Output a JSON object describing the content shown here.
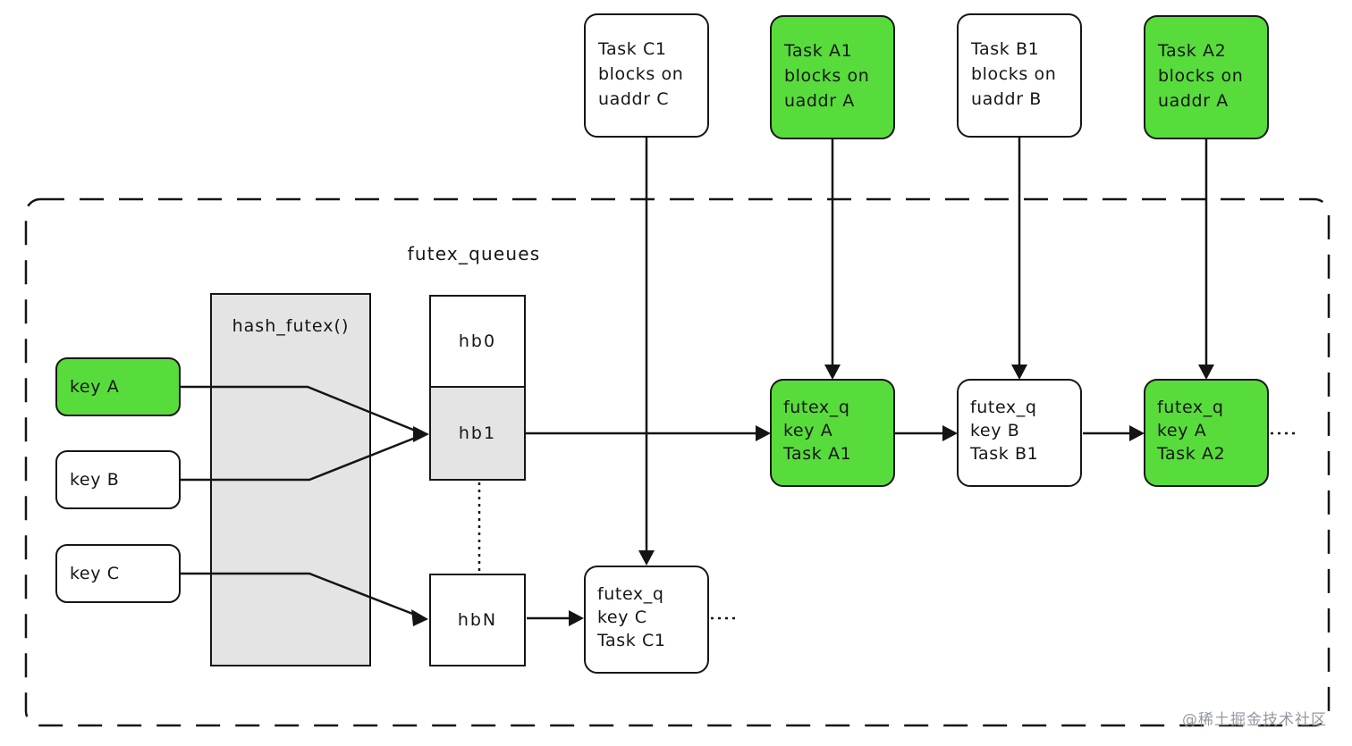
{
  "colors": {
    "highlight_green": "#58dc3c",
    "bucket_gray": "#e4e4e4",
    "line_black": "#141414",
    "watermark_gray": "#949aa2"
  },
  "labels": {
    "futex_queues": "futex_queues",
    "hash_futex": "hash_futex()"
  },
  "task_boxes": [
    {
      "line1": "Task C1",
      "line2": "blocks on",
      "line3": "uaddr C"
    },
    {
      "line1": "Task A1",
      "line2": "blocks on",
      "line3": "uaddr A"
    },
    {
      "line1": "Task B1",
      "line2": "blocks on",
      "line3": "uaddr B"
    },
    {
      "line1": "Task A2",
      "line2": "blocks on",
      "line3": "uaddr A"
    }
  ],
  "key_boxes": [
    {
      "label": "key A"
    },
    {
      "label": "key B"
    },
    {
      "label": "key C"
    }
  ],
  "hash_buckets": [
    {
      "label": "hb0"
    },
    {
      "label": "hb1"
    },
    {
      "label": "hbN"
    }
  ],
  "futex_q_boxes": [
    {
      "line1": "futex_q",
      "line2": "key A",
      "line3": "Task A1"
    },
    {
      "line1": "futex_q",
      "line2": "key B",
      "line3": "Task B1"
    },
    {
      "line1": "futex_q",
      "line2": "key A",
      "line3": "Task A2"
    },
    {
      "line1": "futex_q",
      "line2": "key C",
      "line3": "Task C1"
    }
  ],
  "watermark": "@稀土掘金技术社区"
}
